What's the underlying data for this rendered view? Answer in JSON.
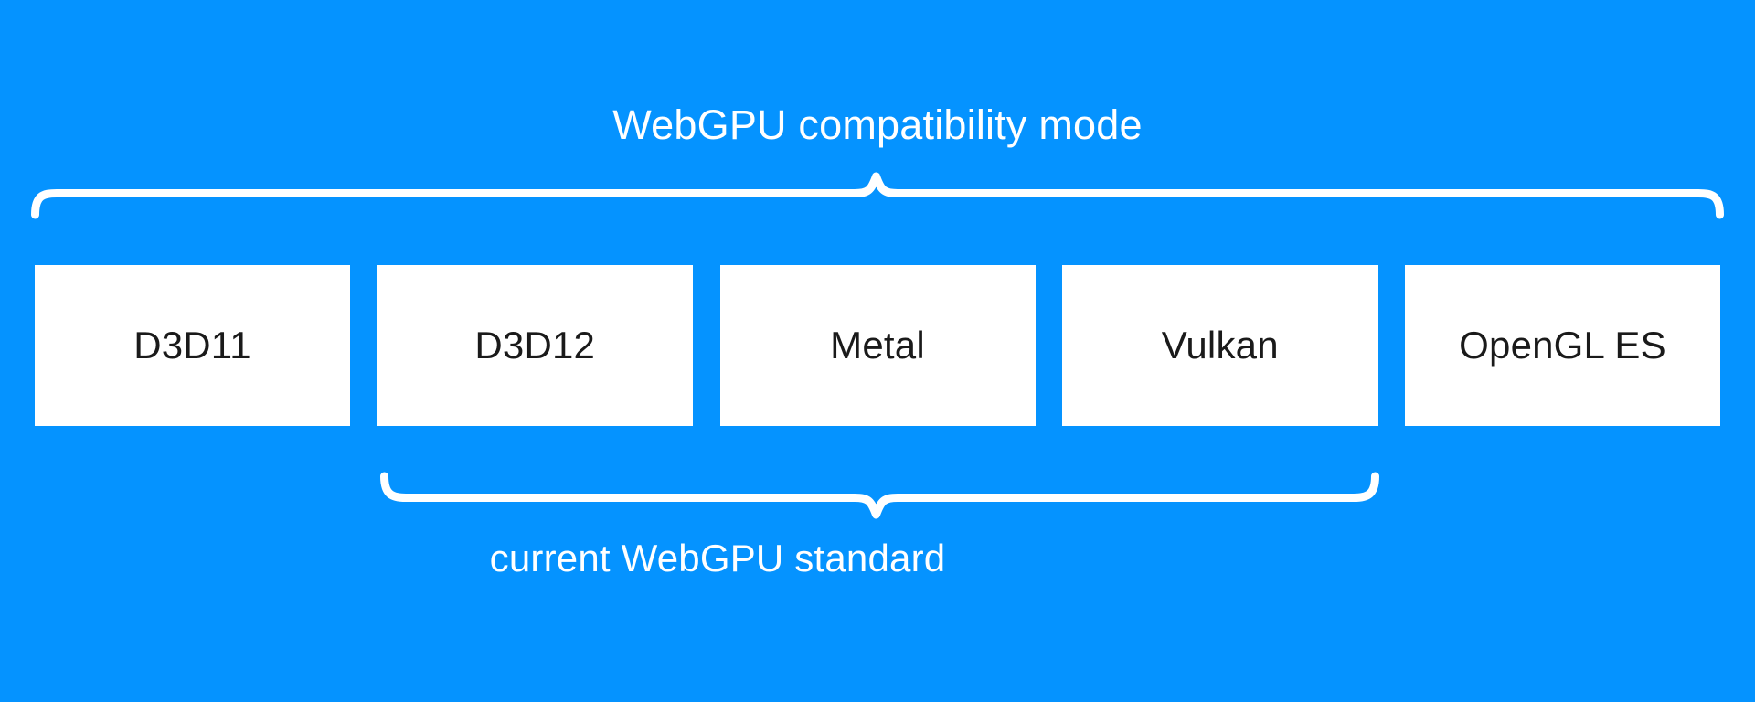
{
  "diagram": {
    "title": "WebGPU compatibility mode",
    "background_color": "#0593FF",
    "box_fill_color": "#FFFFFF",
    "box_text_color": "#1A1A1A",
    "caption_color": "#FFFFFF",
    "top_group": {
      "label": "WebGPU compatibility mode",
      "position": "above",
      "covers": [
        "D3D11",
        "D3D12",
        "Metal",
        "Vulkan",
        "OpenGL ES"
      ]
    },
    "bottom_group": {
      "label": "current WebGPU standard",
      "position": "below",
      "covers": [
        "D3D12",
        "Metal",
        "Vulkan"
      ]
    },
    "boxes": [
      {
        "label": "D3D11"
      },
      {
        "label": "D3D12"
      },
      {
        "label": "Metal"
      },
      {
        "label": "Vulkan"
      },
      {
        "label": "OpenGL ES"
      }
    ]
  }
}
